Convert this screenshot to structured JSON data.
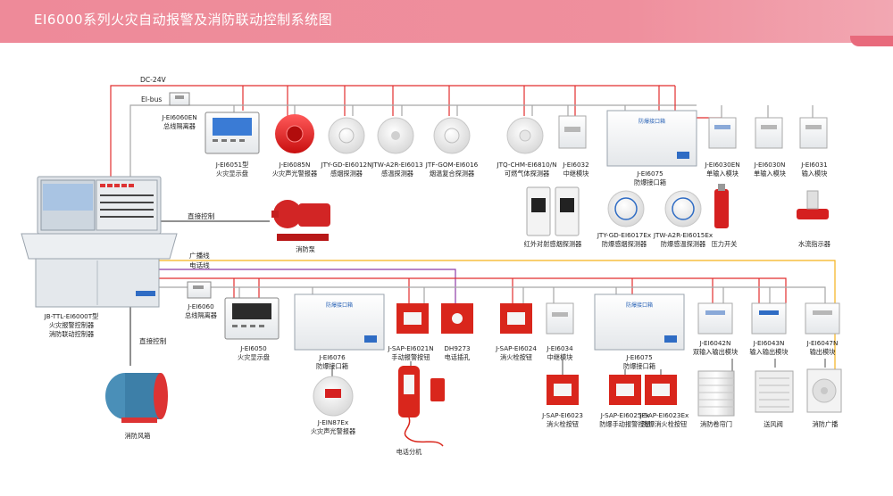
{
  "title": "EI6000系列火灾自动报警及消防联动控制系统图",
  "colors": {
    "power": "#e22e2e",
    "bus": "#9a9a9a",
    "broadcast": "#f5b21b",
    "phone": "#8e3ba6",
    "signal": "#222222",
    "header": "#ee8a99"
  },
  "lines": {
    "power": "DC-24V",
    "bus": "EI-bus",
    "broadcast": "广播线",
    "phone": "电话线",
    "direct1": "直接控制",
    "direct2": "直接控制"
  },
  "controller": {
    "lines": [
      "JB-TTL-EI6000T型",
      "火灾报警控制器",
      "消防联动控制器"
    ]
  },
  "top": [
    {
      "id": "isolator1",
      "lines": [
        "J-EI6060EN",
        "总线隔离器"
      ]
    },
    {
      "id": "display1",
      "lines": [
        "J-EI6051型",
        "火灾显示盘"
      ]
    },
    {
      "id": "alarm1",
      "lines": [
        "J-EI6085N",
        "火灾声光警报器"
      ]
    },
    {
      "id": "smoke1",
      "lines": [
        "JTY-GD-EI6012N",
        "感烟探测器"
      ]
    },
    {
      "id": "heat1",
      "lines": [
        "JTW-A2R-EI6013",
        "感温探测器"
      ]
    },
    {
      "id": "combo1",
      "lines": [
        "JTF-GOM-EI6016",
        "烟温复合探测器"
      ]
    },
    {
      "id": "gas1",
      "lines": [
        "JTQ-CHM-EI6810/N",
        "可燃气体探测器"
      ]
    },
    {
      "id": "relay1",
      "lines": [
        "J-EI6032",
        "中继模块"
      ]
    },
    {
      "id": "ex1",
      "lines": [
        "J-EI6075",
        "防爆接口箱"
      ]
    },
    {
      "id": "in1",
      "lines": [
        "J-EI6030EN",
        "单输入模块"
      ]
    },
    {
      "id": "in2",
      "lines": [
        "J-EI6030N",
        "单输入模块"
      ]
    },
    {
      "id": "in3",
      "lines": [
        "J-EI6031",
        "输入模块"
      ]
    }
  ],
  "top_sub": [
    {
      "id": "ir",
      "lines": [
        "红外对射感烟探测器"
      ]
    },
    {
      "id": "exsmoke",
      "lines": [
        "JTY-GD-EI6017Ex",
        "防爆感烟探测器"
      ]
    },
    {
      "id": "exheat",
      "lines": [
        "JTW-A2R-EI6015Ex",
        "防爆感温探测器"
      ]
    },
    {
      "id": "pressure",
      "lines": [
        "压力开关"
      ]
    },
    {
      "id": "waterflow",
      "lines": [
        "水流指示器"
      ]
    }
  ],
  "pump": {
    "lines": [
      "消防泵"
    ]
  },
  "fan": {
    "lines": [
      "消防风箱"
    ]
  },
  "bottom": [
    {
      "id": "isolator2",
      "lines": [
        "J-EI6060",
        "总线隔离器"
      ]
    },
    {
      "id": "display2",
      "lines": [
        "J-EI6050",
        "火灾显示盘"
      ]
    },
    {
      "id": "ex2",
      "lines": [
        "J-EI6076",
        "防爆接口箱"
      ]
    },
    {
      "id": "manual1",
      "lines": [
        "J-SAP-EI6021N",
        "手动报警按钮"
      ]
    },
    {
      "id": "phonejack",
      "lines": [
        "DH9273",
        "电话插孔"
      ]
    },
    {
      "id": "hydrant1",
      "lines": [
        "J-SAP-EI6024",
        "消火栓按钮"
      ]
    },
    {
      "id": "relay2",
      "lines": [
        "J-EI6034",
        "中继模块"
      ]
    },
    {
      "id": "ex3",
      "lines": [
        "J-EI6075",
        "防爆接口箱"
      ]
    },
    {
      "id": "io1",
      "lines": [
        "J-EI6042N",
        "双输入输出模块"
      ]
    },
    {
      "id": "io2",
      "lines": [
        "J-EI6043N",
        "输入输出模块"
      ]
    },
    {
      "id": "out1",
      "lines": [
        "J-EI6047N",
        "输出模块"
      ]
    }
  ],
  "bottom_sub": [
    {
      "id": "exalarm",
      "lines": [
        "J-EIN87Ex",
        "火灾声光警报器"
      ]
    },
    {
      "id": "handset",
      "lines": [
        "电话分机"
      ]
    },
    {
      "id": "hydrant2",
      "lines": [
        "J-SAP-EI6023",
        "消火栓按钮"
      ]
    },
    {
      "id": "exmanual",
      "lines": [
        "J-SAP-EI6025Ex",
        "防爆手动报警按钮"
      ]
    },
    {
      "id": "exhydrant",
      "lines": [
        "J-SAP-EI6023Ex",
        "防爆消火栓按钮"
      ]
    },
    {
      "id": "shutter",
      "lines": [
        "消防卷帘门"
      ]
    },
    {
      "id": "vent",
      "lines": [
        "送风阀"
      ]
    },
    {
      "id": "speaker",
      "lines": [
        "消防广播"
      ]
    }
  ],
  "box_text": "防爆接口箱",
  "icons": [
    "controller-icon",
    "display-panel-icon",
    "sounder-icon",
    "smoke-detector-icon",
    "heat-detector-icon",
    "module-icon",
    "junction-box-icon",
    "pump-icon",
    "fan-icon",
    "manual-button-icon",
    "phone-jack-icon",
    "handset-icon",
    "shutter-icon",
    "vent-icon",
    "speaker-icon",
    "pressure-switch-icon",
    "waterflow-icon"
  ]
}
